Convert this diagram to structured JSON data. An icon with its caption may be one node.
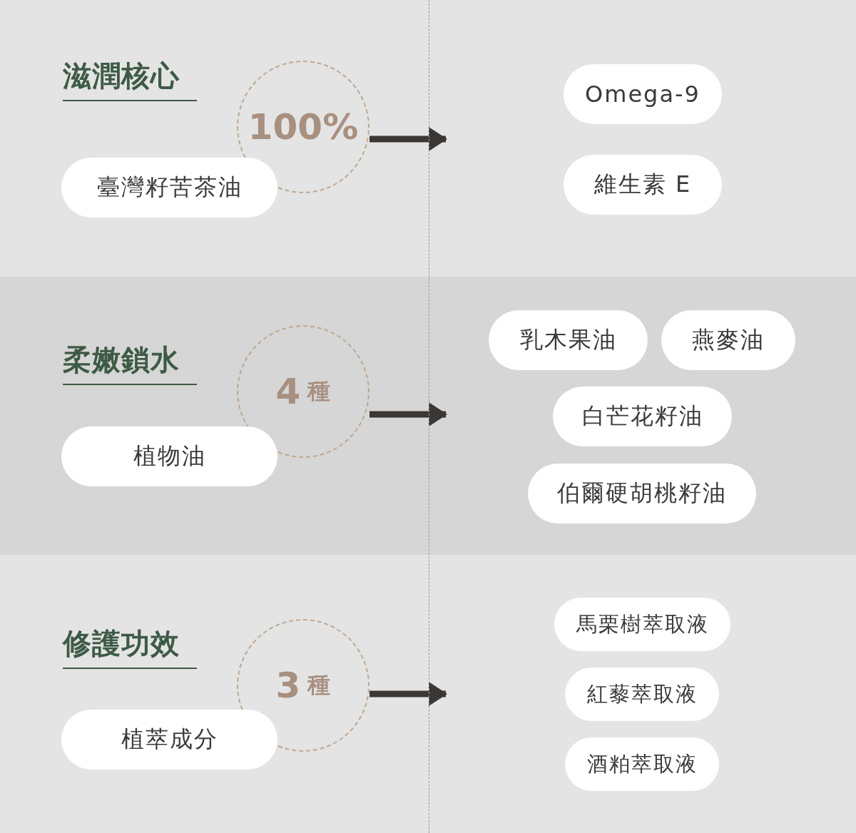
{
  "diagram": {
    "nodes": [
      {
        "text": [
          "滋潤核心"
        ]
      },
      {
        "text": [
          "100%"
        ],
        "in": 0
      },
      {
        "text": [
          "臺灣籽苦茶油"
        ],
        "in": 0
      },
      {
        "text": [
          "Omega-9"
        ],
        "in": 0
      },
      {
        "text": [
          "維生素 E"
        ],
        "in": 0
      },
      {
        "text": [
          "柔嫩鎖水"
        ]
      },
      {
        "text": [
          "4",
          "種"
        ],
        "in": 5
      },
      {
        "text": [
          "植物油"
        ],
        "in": 5
      },
      {
        "text": [
          "乳木果油"
        ],
        "in": 5
      },
      {
        "text": [
          "燕麥油"
        ],
        "in": 5
      },
      {
        "text": [
          "白芒花籽油"
        ],
        "in": 5
      },
      {
        "text": [
          "伯爾硬胡桃籽油"
        ],
        "in": 5
      },
      {
        "text": [
          "修護功效"
        ]
      },
      {
        "text": [
          "3",
          "種"
        ],
        "in": 12
      },
      {
        "text": [
          "植萃成分"
        ],
        "in": 12
      },
      {
        "text": [
          "馬栗樹萃取液"
        ],
        "in": 12
      },
      {
        "text": [
          "紅藜萃取液"
        ],
        "in": 12
      },
      {
        "text": [
          "酒粕萃取液"
        ],
        "in": 12
      }
    ],
    "edges": [
      {
        "from": 1,
        "to": null,
        "arrow": "to"
      },
      {
        "from": 6,
        "to": null,
        "arrow": "to"
      },
      {
        "from": 13,
        "to": null,
        "arrow": "to"
      }
    ]
  }
}
